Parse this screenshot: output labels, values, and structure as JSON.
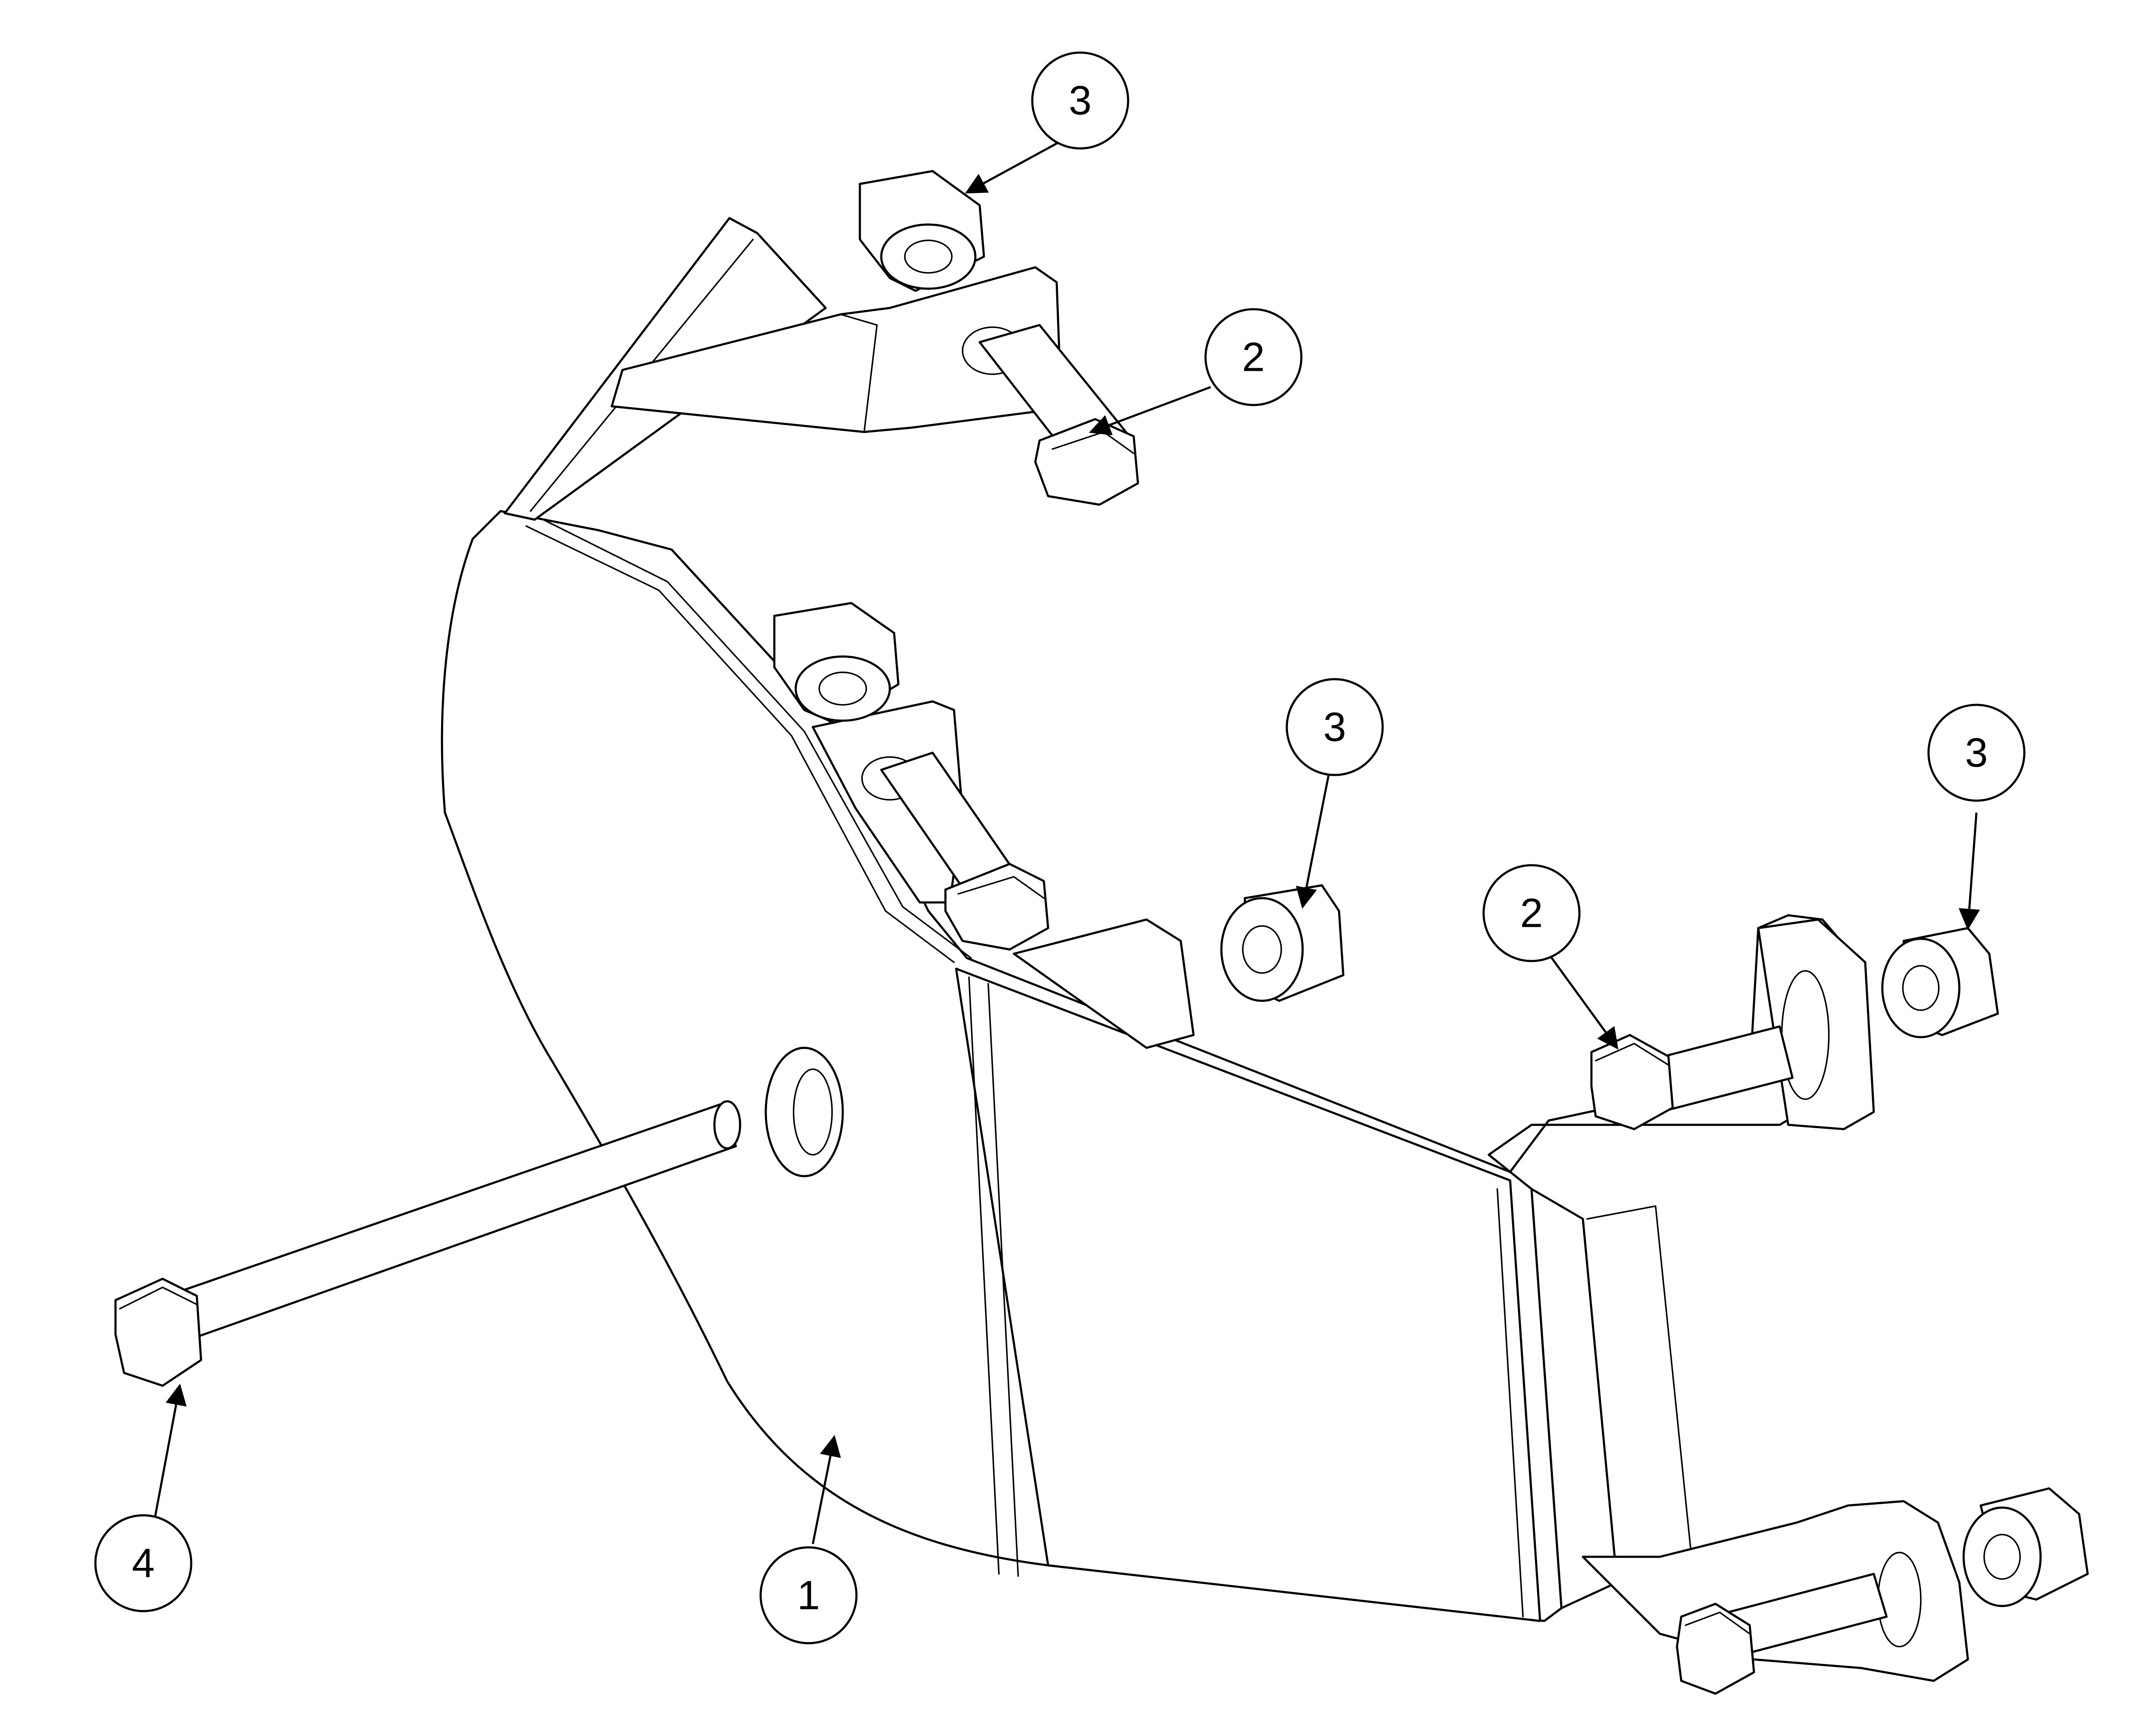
{
  "drawing": {
    "colors": {
      "line": "#000000",
      "background": "#ffffff"
    },
    "balloons": [
      {
        "id": "b1",
        "label": "1"
      },
      {
        "id": "b2a",
        "label": "2"
      },
      {
        "id": "b2b",
        "label": "2"
      },
      {
        "id": "b3a",
        "label": "3"
      },
      {
        "id": "b3b",
        "label": "3"
      },
      {
        "id": "b3c",
        "label": "3"
      },
      {
        "id": "b4",
        "label": "4"
      }
    ]
  }
}
